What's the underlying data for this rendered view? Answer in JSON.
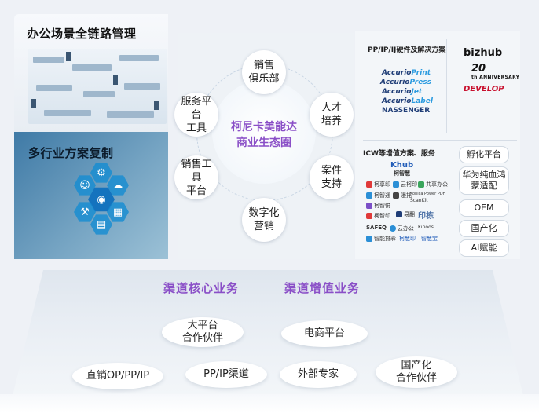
{
  "left": {
    "top_title": "办公场景全链路管理",
    "bottom_title": "多行业方案复制"
  },
  "center": {
    "title_line1": "柯尼卡美能达",
    "title_line2": "商业生态圈",
    "nodes": [
      {
        "line1": "销售",
        "line2": "俱乐部"
      },
      {
        "line1": "人才",
        "line2": "培养"
      },
      {
        "line1": "案件",
        "line2": "支持"
      },
      {
        "line1": "数字化",
        "line2": "营销"
      },
      {
        "line1": "销售工具",
        "line2": "平台"
      },
      {
        "line1": "服务平台",
        "line2": "工具"
      }
    ]
  },
  "right": {
    "pp_title": "PP/IP/IJ硬件及解决方案",
    "brands": [
      {
        "main": "Accurio",
        "accent": "Print"
      },
      {
        "main": "Accurio",
        "accent": "Press"
      },
      {
        "main": "Accurio",
        "accent": "Jet"
      },
      {
        "main": "Accurio",
        "accent": "Label"
      },
      {
        "main": "NASSENGER",
        "accent": ""
      }
    ],
    "bizhub": "bizhub",
    "anniversary_num": "20",
    "anniversary_text": "th ANNIVERSARY",
    "develop": "DEVELOP",
    "icw_title": "ICW等增值方案、服务",
    "khub_main": "Khub",
    "khub_sub": "柯智慧",
    "logos": [
      "柯享印",
      "云柯印",
      "共享办公",
      "柯智通",
      "漫托",
      "Konica Power PDF",
      "柯智悦",
      "ScanKit",
      "柯智印",
      "易翻",
      "印栋",
      "SAFEQ",
      "云办公",
      "Kinoosi",
      "智能排彩",
      "柯慧印",
      "智慧宝"
    ],
    "pills": [
      "孵化平台",
      "华为纯血鸿蒙适配",
      "OEM",
      "国产化",
      "AI赋能"
    ]
  },
  "floor": {
    "core_title": "渠道核心业务",
    "value_title": "渠道增值业务",
    "discs": [
      {
        "line1": "大平台",
        "line2": "合作伙伴"
      },
      {
        "line1": "电商平台",
        "line2": ""
      },
      {
        "line1": "直销OP/PP/IP",
        "line2": ""
      },
      {
        "line1": "PP/IP渠道",
        "line2": ""
      },
      {
        "line1": "外部专家",
        "line2": ""
      },
      {
        "line1": "国产化",
        "line2": "合作伙伴"
      }
    ]
  },
  "colors": {
    "accent_purple": "#8a4fc7",
    "brand_blue": "#1f3d77",
    "develop_red": "#c8102e"
  }
}
